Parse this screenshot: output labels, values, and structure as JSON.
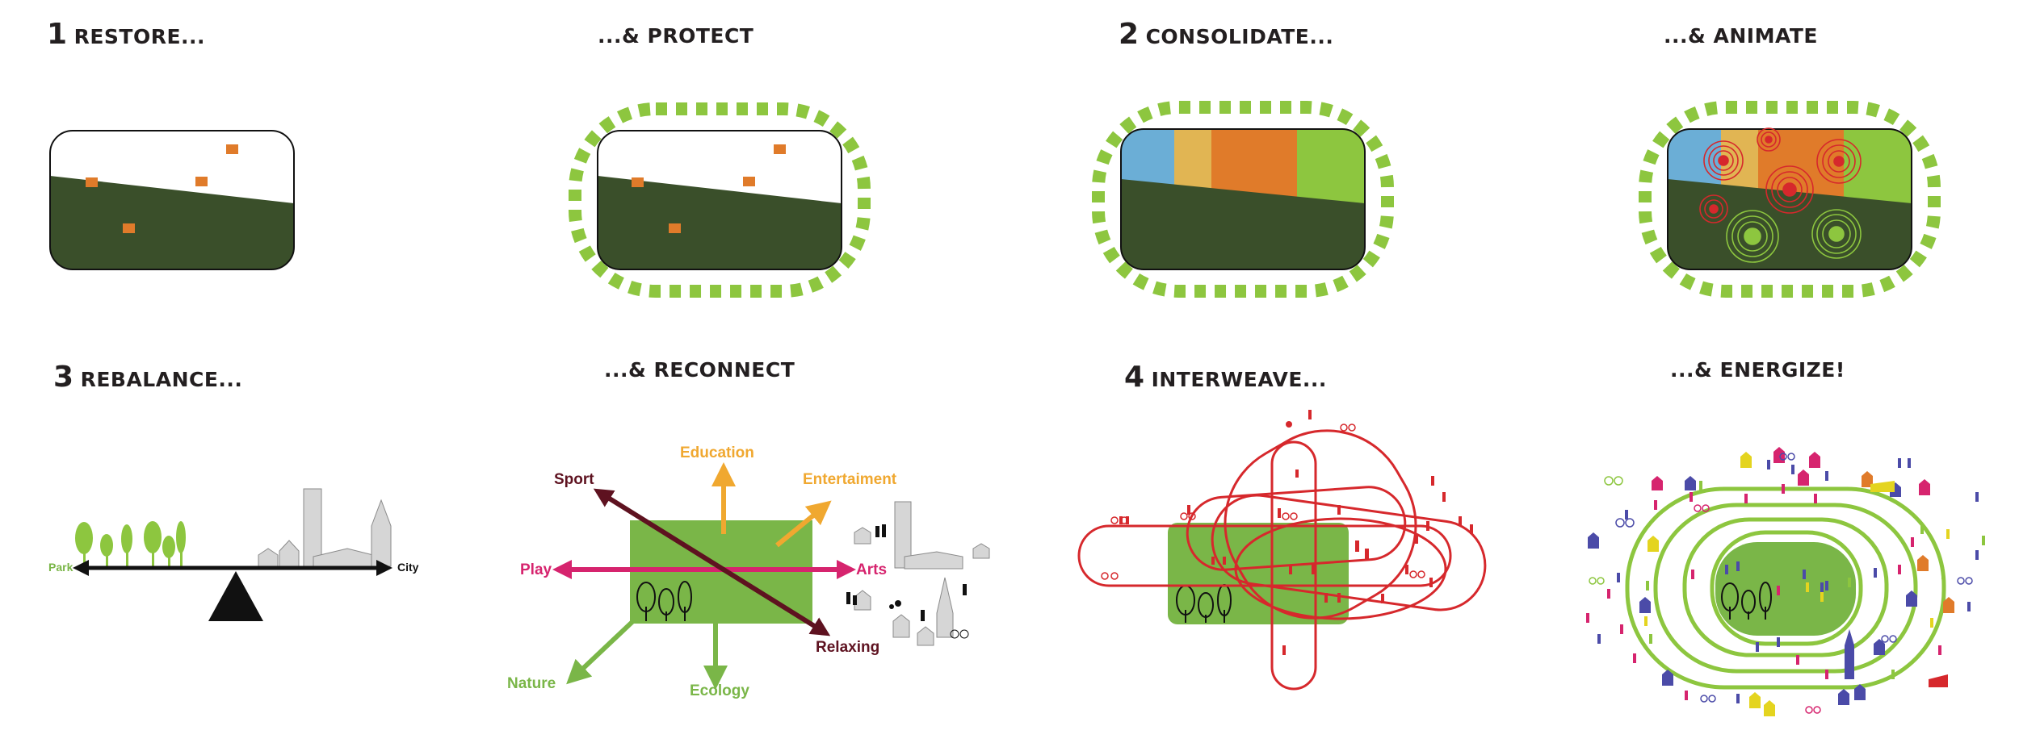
{
  "steps": [
    {
      "number": "1",
      "label": "RESTORE..."
    },
    {
      "number": "",
      "label": "...& PROTECT"
    },
    {
      "number": "2",
      "label": "CONSOLIDATE..."
    },
    {
      "number": "",
      "label": "...& ANIMATE"
    },
    {
      "number": "3",
      "label": "REBALANCE..."
    },
    {
      "number": "",
      "label": "...& RECONNECT"
    },
    {
      "number": "4",
      "label": "INTERWEAVE..."
    },
    {
      "number": "",
      "label": "...& ENERGIZE!"
    }
  ],
  "rebalance": {
    "left_label": "Park",
    "right_label": "City"
  },
  "reconnect": {
    "sport": "Sport",
    "education": "Education",
    "entertainment": "Entertaiment",
    "play": "Play",
    "arts": "Arts",
    "relaxing": "Relaxing",
    "nature": "Nature",
    "ecology": "Ecology"
  },
  "colors": {
    "dark_green": "#3a4f2a",
    "light_green": "#8dc63f",
    "orange": "#e07b2a",
    "blue": "#6baed6",
    "yellow": "#e1b553",
    "red": "#d6282c",
    "magenta": "#d6246e",
    "maroon": "#5e1220",
    "amber": "#f0a830",
    "gray": "#d0d0d0"
  }
}
